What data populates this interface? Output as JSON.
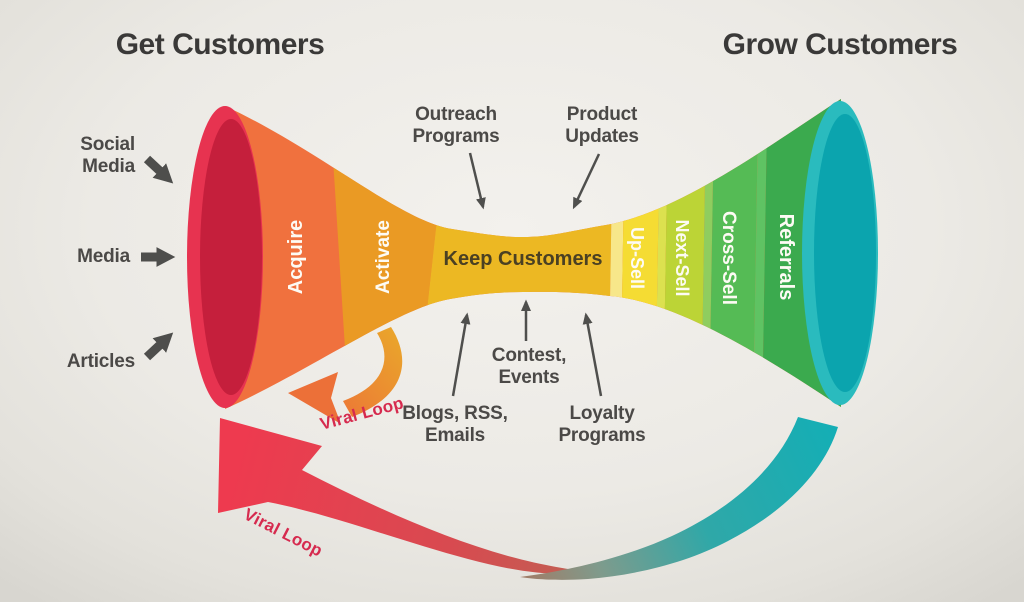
{
  "titles": {
    "get": "Get Customers",
    "grow": "Grow Customers"
  },
  "channels": [
    {
      "label": "Social Media",
      "arrow": "down-right-arrow"
    },
    {
      "label": "Media",
      "arrow": "right-arrow"
    },
    {
      "label": "Articles",
      "arrow": "up-right-arrow"
    }
  ],
  "stages": {
    "acquire": "Acquire",
    "activate": "Activate",
    "keep": "Keep Customers",
    "upsell": "Up-Sell",
    "nextsell": "Next-Sell",
    "crosssell": "Cross-Sell",
    "referrals": "Referrals"
  },
  "annotations": {
    "outreach": "Outreach Programs",
    "product": "Product Updates",
    "blogs": "Blogs, RSS, Emails",
    "contest": "Contest, Events",
    "loyalty": "Loyalty Programs"
  },
  "loops": {
    "small": "Viral Loop",
    "big": "Viral Loop"
  },
  "colors": {
    "background": "#ECEAE5",
    "title_text": "#3A3938",
    "label_text": "#4B4947",
    "arrow_gray": "#4E4E4C",
    "acquire": "#F0713E",
    "activate": "#EA9A24",
    "keep": "#ECB823",
    "keep_text": "#4A4023",
    "upsell": "#F5DC33",
    "nextsell": "#BCD436",
    "crosssell": "#55BB55",
    "referrals": "#3BAA4E",
    "funnel_mouth_red": "#E73350",
    "funnel_mouth_red_inner": "#C51F3C",
    "funnel_mouth_teal": "#2ABBBE",
    "funnel_mouth_teal_inner": "#0BA4AE",
    "viral_loop_text": "#D62A4E",
    "viral_arrow_red": "#EE3A4F",
    "viral_arrow_orange": "#EC7038"
  }
}
